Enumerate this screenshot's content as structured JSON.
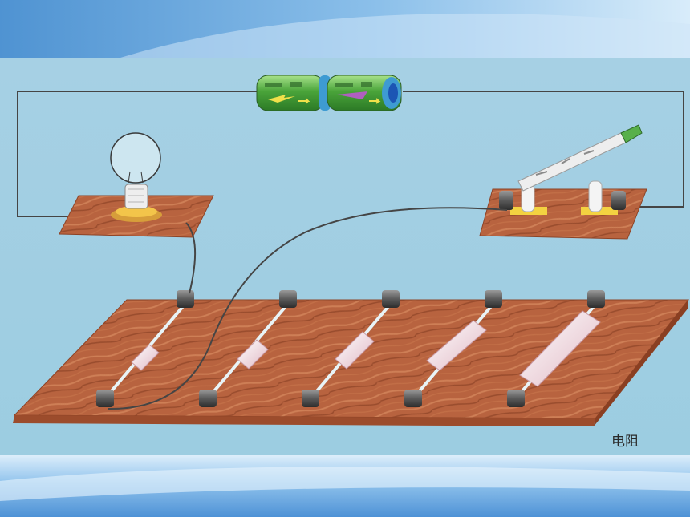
{
  "diagram": {
    "caption": "电阻",
    "components": [
      "battery-1",
      "battery-2",
      "light-bulb",
      "knife-switch",
      "resistance-wire-1",
      "resistance-wire-2",
      "resistance-wire-3",
      "resistance-wire-4",
      "resistance-wire-5"
    ]
  },
  "colors": {
    "header_band": "#5f9fd6",
    "panel_background": "#a9d1e2",
    "footer_band": "#6aa7dc",
    "wood": "#b8633f",
    "wood_dark": "#8d4326",
    "wire": "#454545",
    "battery_green": "#4aa43a"
  }
}
